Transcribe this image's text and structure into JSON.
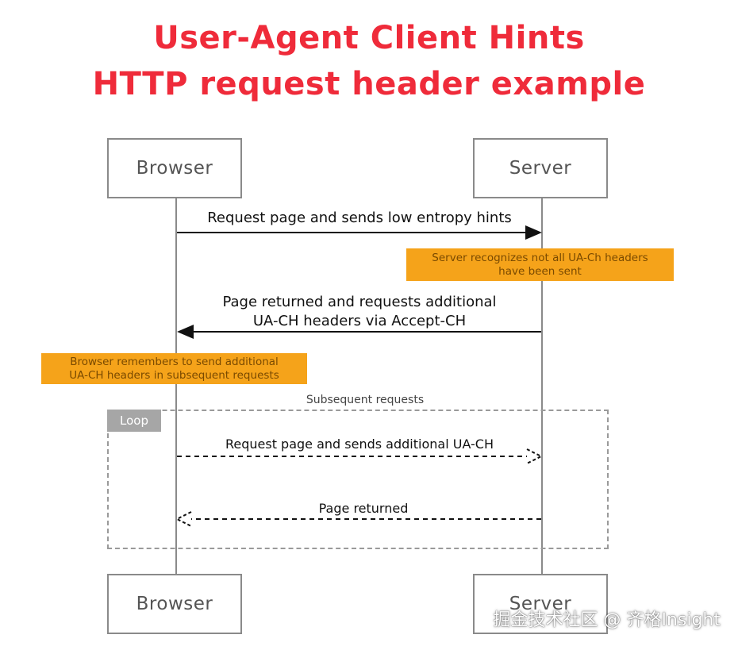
{
  "title": {
    "line1": "User-Agent Client Hints",
    "line2": "HTTP request header example"
  },
  "actors": {
    "browser_top": "Browser",
    "server_top": "Server",
    "browser_bottom": "Browser",
    "server_bottom": "Server"
  },
  "messages": {
    "request_low_entropy": "Request page and sends low entropy hints",
    "page_returned_line1": "Page returned and requests additional",
    "page_returned_line2": "UA-CH headers via Accept-CH",
    "request_additional": "Request page and sends additional UA-CH",
    "page_returned_loop": "Page returned"
  },
  "notes": {
    "server_note_line1": "Server recognizes not all UA-Ch headers",
    "server_note_line2": "have been sent",
    "browser_note_line1": "Browser remembers to send additional",
    "browser_note_line2": "UA-CH headers in subsequent requests"
  },
  "loop": {
    "tag": "Loop",
    "caption": "Subsequent requests"
  },
  "watermark": "掘金技术社区 @ 齐格Insight",
  "colors": {
    "title": "#ef2b3a",
    "note": "#f5a31a",
    "line": "#8a8a8a"
  }
}
